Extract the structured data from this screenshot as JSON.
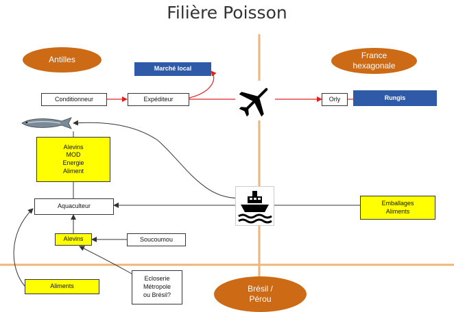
{
  "title": "Filière Poisson",
  "regions": {
    "antilles": "Antilles",
    "france": [
      "France",
      "hexagonale"
    ],
    "bresil": [
      "Brésil /",
      "Pérou"
    ]
  },
  "nodes": {
    "marche_local": "Marché local",
    "conditionneur": "Conditionneur",
    "expediteur": "Expéditeur",
    "orly": "Orly",
    "rungis": "Rungis",
    "inputs": [
      "Alevins",
      "MOD",
      "Energie",
      "Aliment"
    ],
    "aquaculteur": "Aquaculteur",
    "emballages": [
      "Emballages",
      "Aliments"
    ],
    "alevins": "Alevins",
    "soucoumou": "Soucoumou",
    "aliments": "Aliments",
    "ecloserie": [
      "Ecloserie",
      "Métropole",
      "ou Brésil?"
    ]
  },
  "icons": {
    "plane": "airplane-icon",
    "ship": "ship-icon",
    "fish": "fish-icon"
  },
  "colors": {
    "region_oval": "#cd6a15",
    "highlight_box": "#ffff00",
    "destination_box": "#2e5aa8",
    "divider": "#f0b47a",
    "air_route": "#e02020"
  }
}
